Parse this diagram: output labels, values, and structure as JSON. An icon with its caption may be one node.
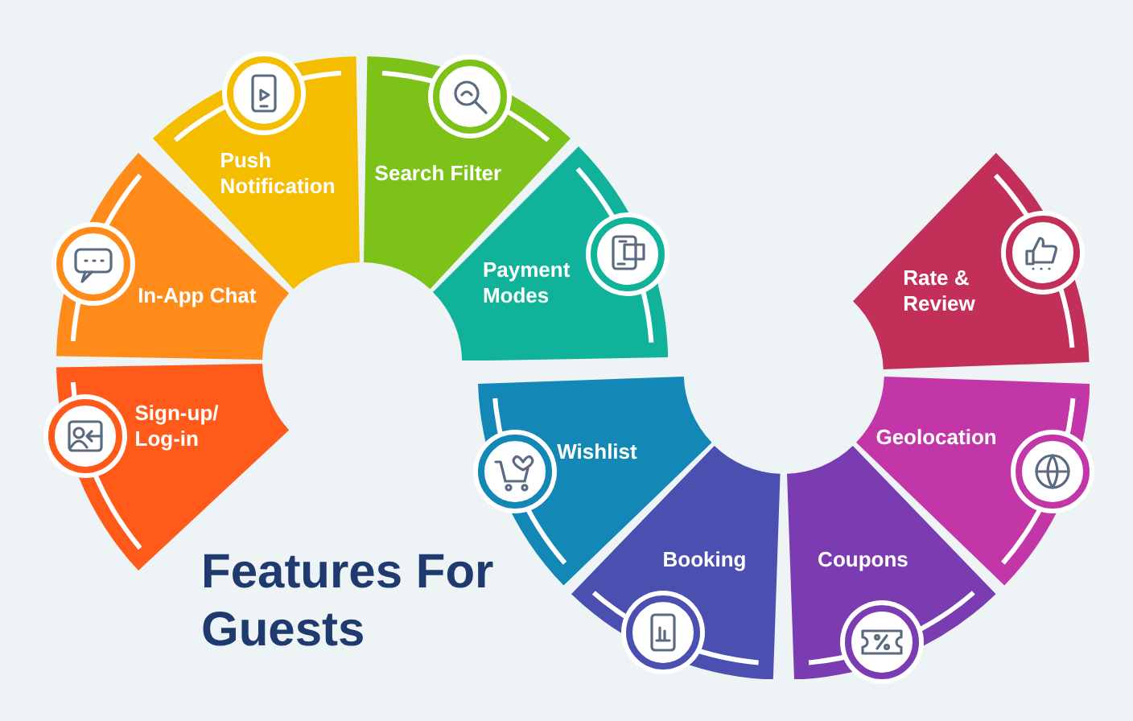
{
  "diagram": {
    "title": "Features For Guests",
    "nodes": [
      {
        "text": [
          "Sign-up/ Log-in"
        ]
      },
      {
        "text": [
          "In-App Chat"
        ]
      },
      {
        "text": [
          "Push Notification"
        ]
      },
      {
        "text": [
          "Search Filter"
        ]
      },
      {
        "text": [
          "Payment Modes"
        ]
      },
      {
        "text": [
          "Wishlist"
        ]
      },
      {
        "text": [
          "Booking"
        ]
      },
      {
        "text": [
          "Coupons"
        ]
      },
      {
        "text": [
          "Geolocation"
        ]
      },
      {
        "text": [
          "Rate & Review"
        ]
      }
    ],
    "edges": []
  }
}
